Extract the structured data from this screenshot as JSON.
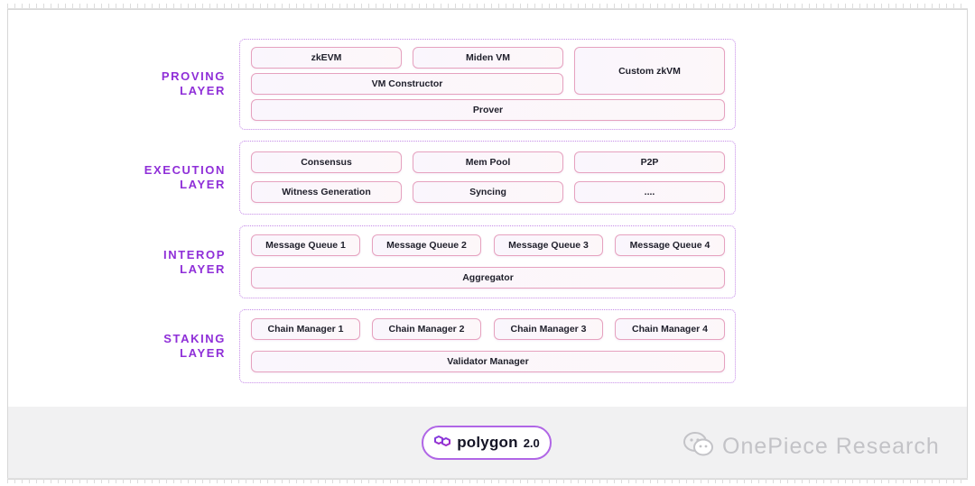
{
  "layers": [
    {
      "label_line1": "PROVING",
      "label_line2": "LAYER",
      "modules": [
        "zkEVM",
        "Miden VM",
        "Custom zkVM",
        "VM Constructor",
        "Prover"
      ]
    },
    {
      "label_line1": "EXECUTION",
      "label_line2": "LAYER",
      "modules": [
        "Consensus",
        "Mem Pool",
        "P2P",
        "Witness Generation",
        "Syncing",
        "...."
      ]
    },
    {
      "label_line1": "INTEROP",
      "label_line2": "LAYER",
      "modules": [
        "Message Queue 1",
        "Message Queue 2",
        "Message Queue 3",
        "Message Queue 4",
        "Aggregator"
      ]
    },
    {
      "label_line1": "STAKING",
      "label_line2": "LAYER",
      "modules": [
        "Chain Manager 1",
        "Chain Manager 2",
        "Chain Manager 3",
        "Chain Manager 4",
        "Validator Manager"
      ]
    }
  ],
  "logo": {
    "brand": "polygon",
    "version": "2.0",
    "icon": "polygon-logo-icon"
  },
  "watermark": {
    "text": "OnePiece Research",
    "icon": "wechat-icon"
  },
  "colors": {
    "label_purple": "#8f2fd8",
    "border_dotted": "#c58be8",
    "pill_border": "#e6a2bf",
    "logo_border": "#b066e6"
  }
}
